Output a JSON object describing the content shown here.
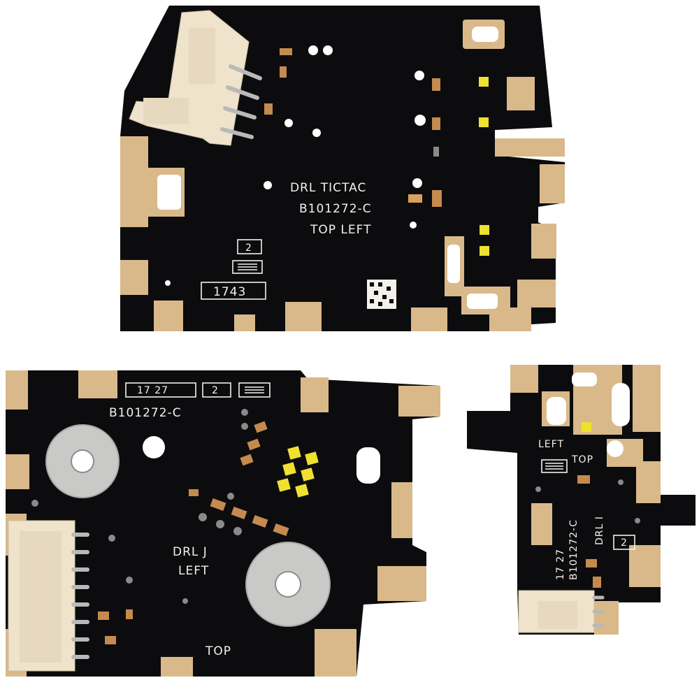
{
  "boards": {
    "top": {
      "line1": "DRL  TICTAC",
      "line2": "B101272-C",
      "line3": "TOP  LEFT",
      "rev": "2",
      "date": "1743"
    },
    "bottom_left": {
      "date": "17 27",
      "rev": "2",
      "part": "B101272-C",
      "line1": "DRL  J",
      "line2": "LEFT",
      "side": "TOP"
    },
    "bottom_right": {
      "left": "LEFT",
      "top": "TOP",
      "drl": "DRL  I",
      "rev": "2",
      "date": "17 27",
      "part": "B101272-C"
    }
  },
  "colors": {
    "pcb": "#0c0c0e",
    "pad": "#d9b98a",
    "silkscreen": "#f4f1ea",
    "led": "#f0e030",
    "connector": "#efe3cc"
  }
}
